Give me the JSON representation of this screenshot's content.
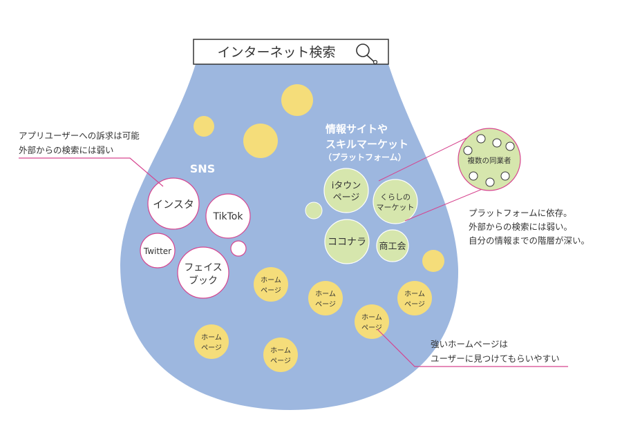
{
  "search": {
    "label": "インターネット検索",
    "icon": "search-icon"
  },
  "sns": {
    "heading": "SNS",
    "items": [
      "インスタ",
      "TikTok",
      "Twitter",
      "フェイス",
      "ブック"
    ]
  },
  "platform": {
    "heading_line1": "情報サイトや",
    "heading_line2": "スキルマーケット",
    "heading_line3": "（プラットフォーム）",
    "items": [
      "iタウン",
      "ページ",
      "くらしの",
      "マーケット",
      "ココナラ",
      "商工会"
    ],
    "zoom_label": "複数の同業者"
  },
  "homepage": {
    "line1": "ホーム",
    "line2": "ページ"
  },
  "notes": {
    "sns_line1": "アプリユーザーへの訴求は可能",
    "sns_line2": "外部からの検索には弱い",
    "platform_line1": "プラットフォームに依存。",
    "platform_line2": "外部からの検索には弱い。",
    "platform_line3": "自分の情報までの階層が深い。",
    "homepage_line1": "強いホームページは",
    "homepage_line2": "ユーザーに見つけてもらいやすい"
  },
  "colors": {
    "drop": "#9db7df",
    "yellow": "#f5dd7a",
    "green": "#d6e6ad",
    "pink": "#d6438e",
    "white": "#ffffff"
  }
}
